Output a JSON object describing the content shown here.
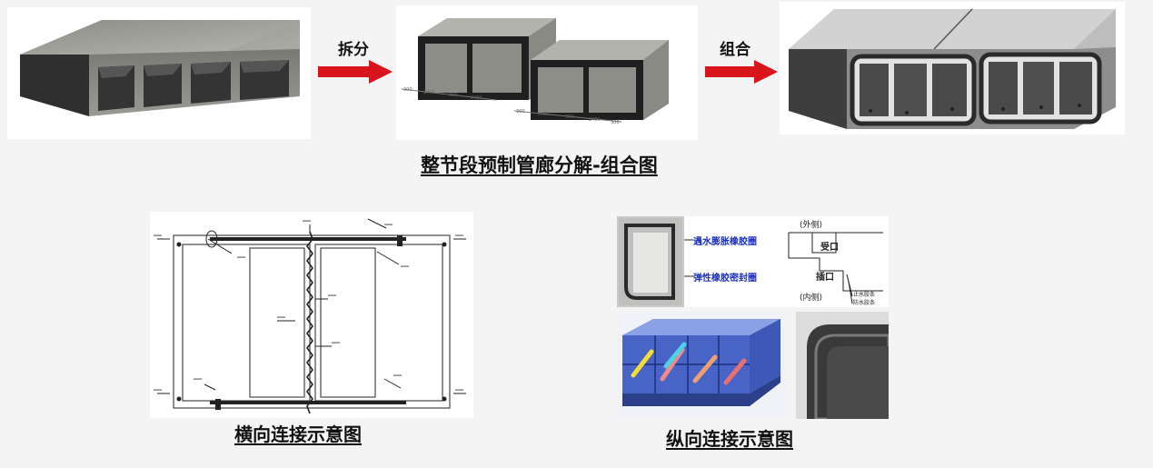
{
  "top": {
    "split_label": "拆分",
    "combine_label": "组合",
    "caption": "整节段预制管廊分解-组合图"
  },
  "bottom_left": {
    "caption": "横向连接示意图"
  },
  "bottom_right": {
    "caption": "纵向连接示意图",
    "inset_labels": {
      "swelling_ring": "遇水膨胀橡胶圈",
      "elastic_seal": "弹性橡胶密封圈"
    },
    "joint_labels": {
      "outer_side": "(外侧)",
      "socket_receive": "受口",
      "socket_insert": "插口",
      "inner_side": "(内侧)",
      "waterstop_strip": "止水胶条",
      "waterproof_strip": "防水胶条"
    }
  },
  "colors": {
    "arrow_red": "#d8141c",
    "label_blue": "#1a2fbf",
    "concrete_dark": "#3a3a3a",
    "concrete_light": "#a9a9a3"
  }
}
